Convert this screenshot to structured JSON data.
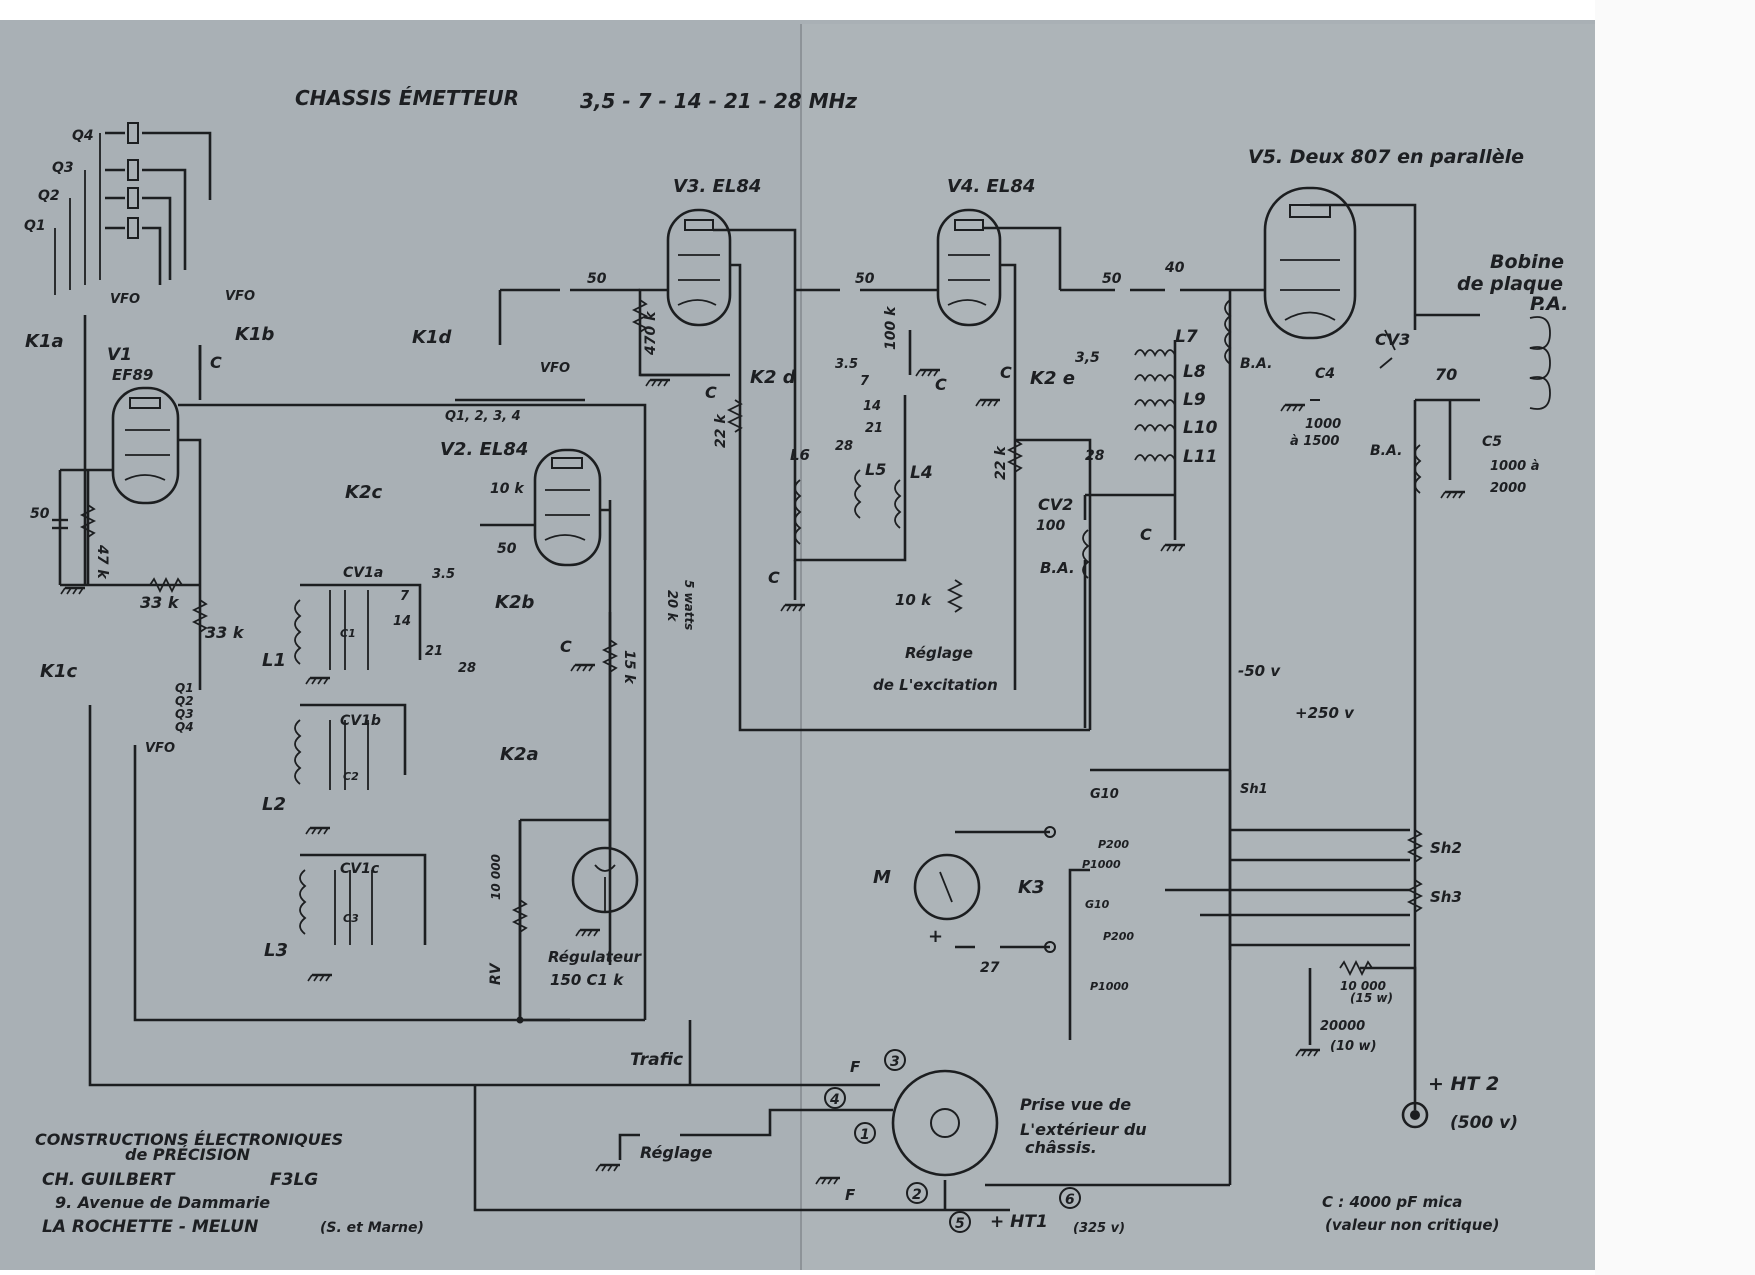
{
  "title": "CHASSIS ÉMETTEUR",
  "bands": "3,5 - 7 - 14 - 21 - 28 MHz",
  "tubes": {
    "v1": "V1",
    "v1_type": "EF89",
    "v2": "V2. EL84",
    "v3": "V3. EL84",
    "v4": "V4. EL84",
    "v5": "V5. Deux 807 en parallèle"
  },
  "switches": {
    "k1a": "K1a",
    "k1b": "K1b",
    "k1c": "K1c",
    "k1d": "K1d",
    "k2a": "K2a",
    "k2b": "K2b",
    "k2c": "K2c",
    "k2d": "K2 d",
    "k2e": "K2 e",
    "k3": "K3",
    "vfo": "VFO",
    "q_group": "Q1, 2, 3, 4",
    "q1": "Q1",
    "q2": "Q2",
    "q3": "Q3",
    "q4": "Q4"
  },
  "components": {
    "c50_a": "50",
    "c50_b": "50",
    "c50_c": "50",
    "c50_d": "50",
    "c50_e": "50",
    "c40": "40",
    "r470k": "470 k",
    "r100k": "100 k",
    "r22k_a": "22 k",
    "r22k_b": "22 k",
    "r10k_a": "10 k",
    "r10k_b": "10 k",
    "r47k": "47 k",
    "r33k_a": "33 k",
    "r33k_b": "33 k",
    "r20k": "20 k",
    "r20k_w": "5 watts",
    "r15k": "15 k",
    "r10000": "10 000",
    "rv": "RV",
    "c": "C",
    "c1": "C1",
    "c2": "C2",
    "c3": "C3",
    "cv1a": "CV1a",
    "cv1b": "CV1b",
    "cv1c": "CV1c",
    "cv2": "CV2",
    "cv2_val": "100",
    "cv3": "CV3",
    "cv3_val": "70",
    "c4": "C4",
    "c4_val1": "1000",
    "c4_val2": "à 1500",
    "c5": "C5",
    "c5_val1": "1000 à",
    "c5_val2": "2000",
    "l1": "L1",
    "l2": "L2",
    "l3": "L3",
    "l4": "L4",
    "l5": "L5",
    "l6": "L6",
    "l7": "L7",
    "l8": "L8",
    "l9": "L9",
    "l10": "L10",
    "l11": "L11",
    "ba1": "B.A.",
    "ba2": "B.A.",
    "ba3": "B.A.",
    "r10000_15w": "10 000",
    "r15w": "(15 w)",
    "r20000": "20000",
    "r10w": "(10 w)",
    "r27": "27",
    "sh1": "Sh1",
    "sh2": "Sh2",
    "sh3": "Sh3",
    "g10a": "G10",
    "g10b": "G10",
    "p200a": "P200",
    "p200b": "P200",
    "p1000a": "P1000",
    "p1000b": "P1000",
    "meter": "M",
    "plus": "+",
    "bands_k2d": [
      "3.5",
      "7",
      "14",
      "21",
      "28"
    ],
    "bands_k2b": [
      "3.5",
      "7",
      "14",
      "21",
      "28"
    ],
    "bands_k2e": [
      "3,5",
      "28"
    ]
  },
  "notes": {
    "bobine1": "Bobine",
    "bobine2": "de plaque",
    "bobine3": "P.A.",
    "reglage_excitation1": "Réglage",
    "reglage_excitation2": "de L'excitation",
    "regulateur1": "Régulateur",
    "regulateur2": "150 C1 k",
    "minus50": "-50 v",
    "plus250": "+250 v",
    "trafic": "Trafic",
    "reglage": "Réglage",
    "prise1": "Prise vue de",
    "prise2": "L'extérieur du",
    "prise3": "châssis.",
    "ht2": "+ HT 2",
    "ht2_v": "(500 v)",
    "ht1": "+ HT1",
    "ht1_v": "(325 v)",
    "c_note1": "C : 4000 pF mica",
    "c_note2": "(valeur non critique)",
    "f_top": "F",
    "f_bottom": "F",
    "pin1": "1",
    "pin2": "2",
    "pin3": "3",
    "pin4": "4",
    "pin5": "5",
    "pin6": "6"
  },
  "maker": {
    "line1": "CONSTRUCTIONS ÉLECTRONIQUES",
    "line2": "de PRÉCISION",
    "line3": "CH. GUILBERT",
    "callsign": "F3LG",
    "line4": "9. Avenue de Dammarie",
    "line5": "LA ROCHETTE - MELUN",
    "line5b": "(S. et Marne)"
  }
}
